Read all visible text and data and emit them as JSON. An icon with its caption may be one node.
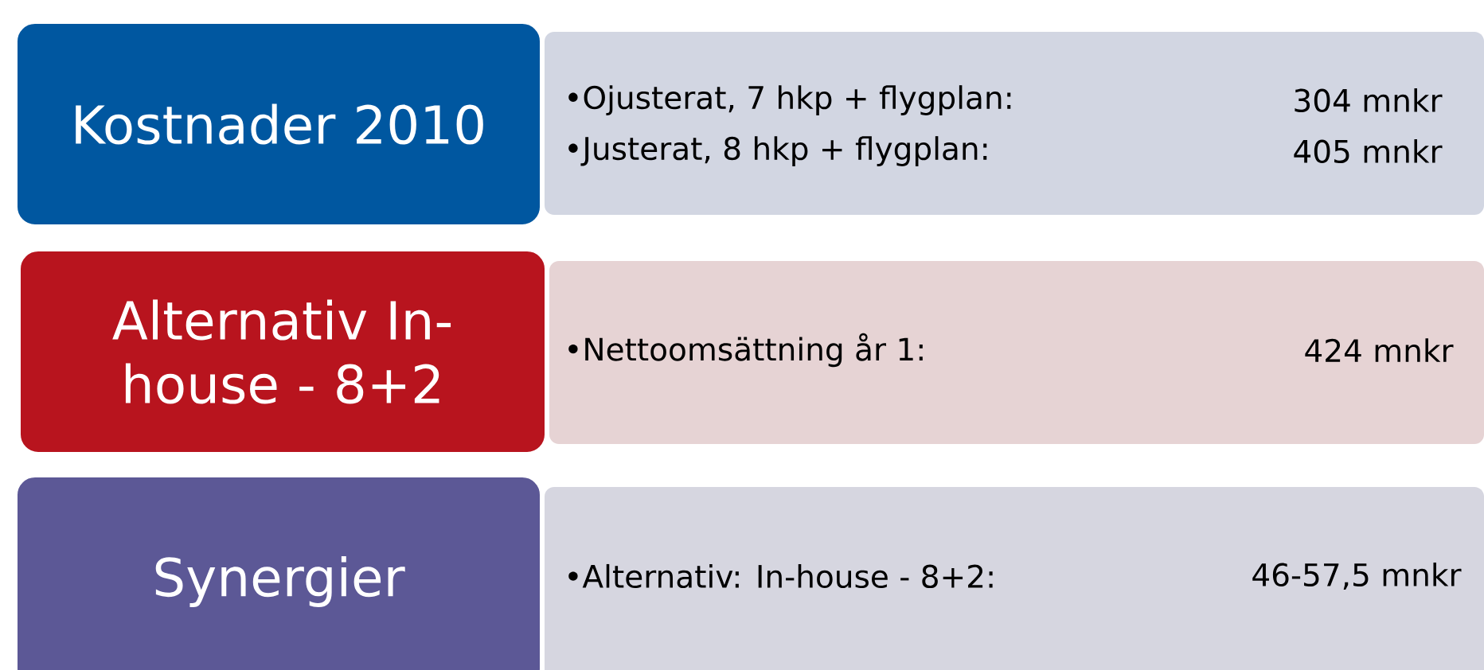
{
  "diagram": {
    "nodes": [
      {
        "text": [
          "Kostnader 2010"
        ]
      },
      {
        "text": [
          "•Ojusterat, 7 hkp + flygplan:",
          "304 mnkr",
          "•Justerat, 8 hkp + flygplan:",
          "405 mnkr"
        ]
      },
      {
        "text": [
          "Alternativ In-house - 8+2"
        ]
      },
      {
        "text": [
          "•Nettoomsättning år 1:",
          "424 mnkr"
        ]
      },
      {
        "text": [
          "Synergier"
        ]
      },
      {
        "text": [
          "•Alternativ: In-house - 8+2:",
          "46-57,5 mnkr"
        ]
      }
    ]
  }
}
